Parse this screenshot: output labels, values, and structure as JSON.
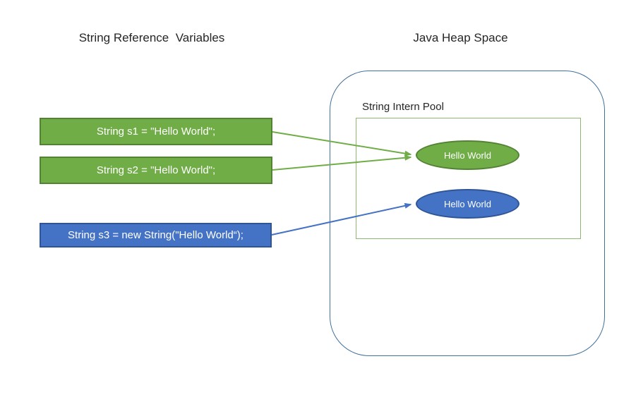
{
  "titles": {
    "left": "String Reference  Variables",
    "right": "Java Heap Space"
  },
  "reference_variables": [
    {
      "id": "s1",
      "label": "String s1 = \"Hello World\";",
      "color_type": "green",
      "points_to": "intern_pool_string"
    },
    {
      "id": "s2",
      "label": "String s2 = \"Hello World\";",
      "color_type": "green",
      "points_to": "intern_pool_string"
    },
    {
      "id": "s3",
      "label": "String s3 = new String(\"Hello World“);",
      "color_type": "blue",
      "points_to": "heap_string"
    }
  ],
  "heap": {
    "intern_pool_label": "String Intern Pool",
    "objects": [
      {
        "id": "intern_pool_string",
        "label": "Hello World",
        "color_type": "green",
        "location": "string-intern-pool"
      },
      {
        "id": "heap_string",
        "label": "Hello World",
        "color_type": "blue",
        "location": "heap-outside-pool"
      }
    ]
  },
  "arrows": [
    {
      "from": "s1",
      "to": "intern_pool_string",
      "color_type": "green"
    },
    {
      "from": "s2",
      "to": "intern_pool_string",
      "color_type": "green"
    },
    {
      "from": "s3",
      "to": "heap_string",
      "color_type": "blue"
    }
  ],
  "colors": {
    "green_fill": "#70AD47",
    "green_border": "#548235",
    "blue_fill": "#4472C4",
    "blue_border": "#2F5597",
    "heap_outline": "#41719C",
    "pool_outline": "#8DB96E",
    "title_text": "#262626",
    "box_text": "#FFFFFF"
  }
}
